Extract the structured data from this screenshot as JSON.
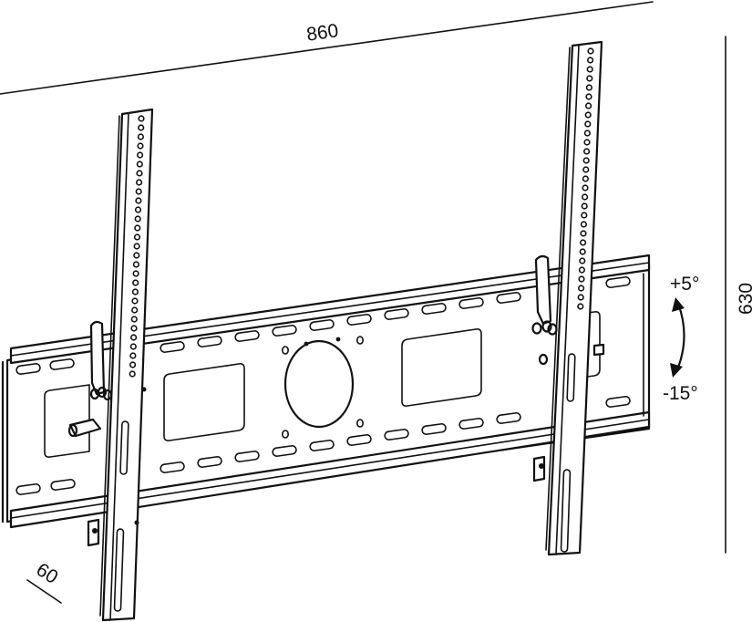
{
  "diagram": {
    "subject": "tilting TV wall mount bracket",
    "colors": {
      "line": "#111111",
      "background": "#ffffff"
    },
    "dimensions": {
      "width_label": "860",
      "height_label": "630",
      "depth_label": "60"
    },
    "tilt": {
      "up_label": "+5°",
      "down_label": "-15°"
    },
    "parts": [
      {
        "name": "wall-plate",
        "description": "horizontal wall rail with slotted holes, round center cutout and two rectangular cutouts"
      },
      {
        "name": "left-vertical-arm",
        "description": "vertical TV arm with column of holes and bottom slot"
      },
      {
        "name": "right-vertical-arm",
        "description": "vertical TV arm with column of holes and bottom slot"
      },
      {
        "name": "left-tilt-hook",
        "description": "hook with locking knobs and safety screw"
      },
      {
        "name": "right-tilt-hook",
        "description": "hook with locking knobs"
      }
    ]
  }
}
